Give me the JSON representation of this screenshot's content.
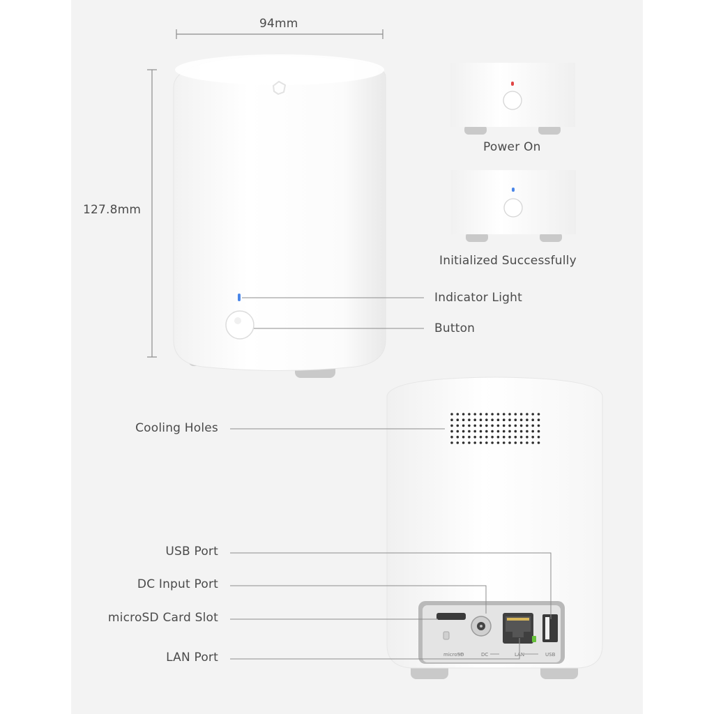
{
  "dimensions": {
    "width_label": "94mm",
    "height_label": "127.8mm"
  },
  "indicator_states": [
    {
      "label": "Power On",
      "light_color": "#e04545"
    },
    {
      "label": "Initialized Successfully",
      "light_color": "#4a86e8"
    }
  ],
  "front_callouts": {
    "indicator_light": "Indicator Light",
    "button": "Button",
    "indicator_color": "#4a86e8"
  },
  "rear_callouts": {
    "cooling_holes": "Cooling Holes",
    "usb_port": "USB Port",
    "dc_input_port": "DC Input Port",
    "microsd_slot": "microSD Card Slot",
    "lan_port": "LAN Port"
  },
  "port_panel_labels": [
    "microSD",
    "DC",
    "LAN",
    "USB"
  ],
  "colors": {
    "panel_bg": "#f3f3f3",
    "device_white": "#ffffff",
    "feet_gray": "#c9c9c9",
    "port_panel_gray": "#b9b9b9",
    "lan_led_green": "#67c23a"
  }
}
